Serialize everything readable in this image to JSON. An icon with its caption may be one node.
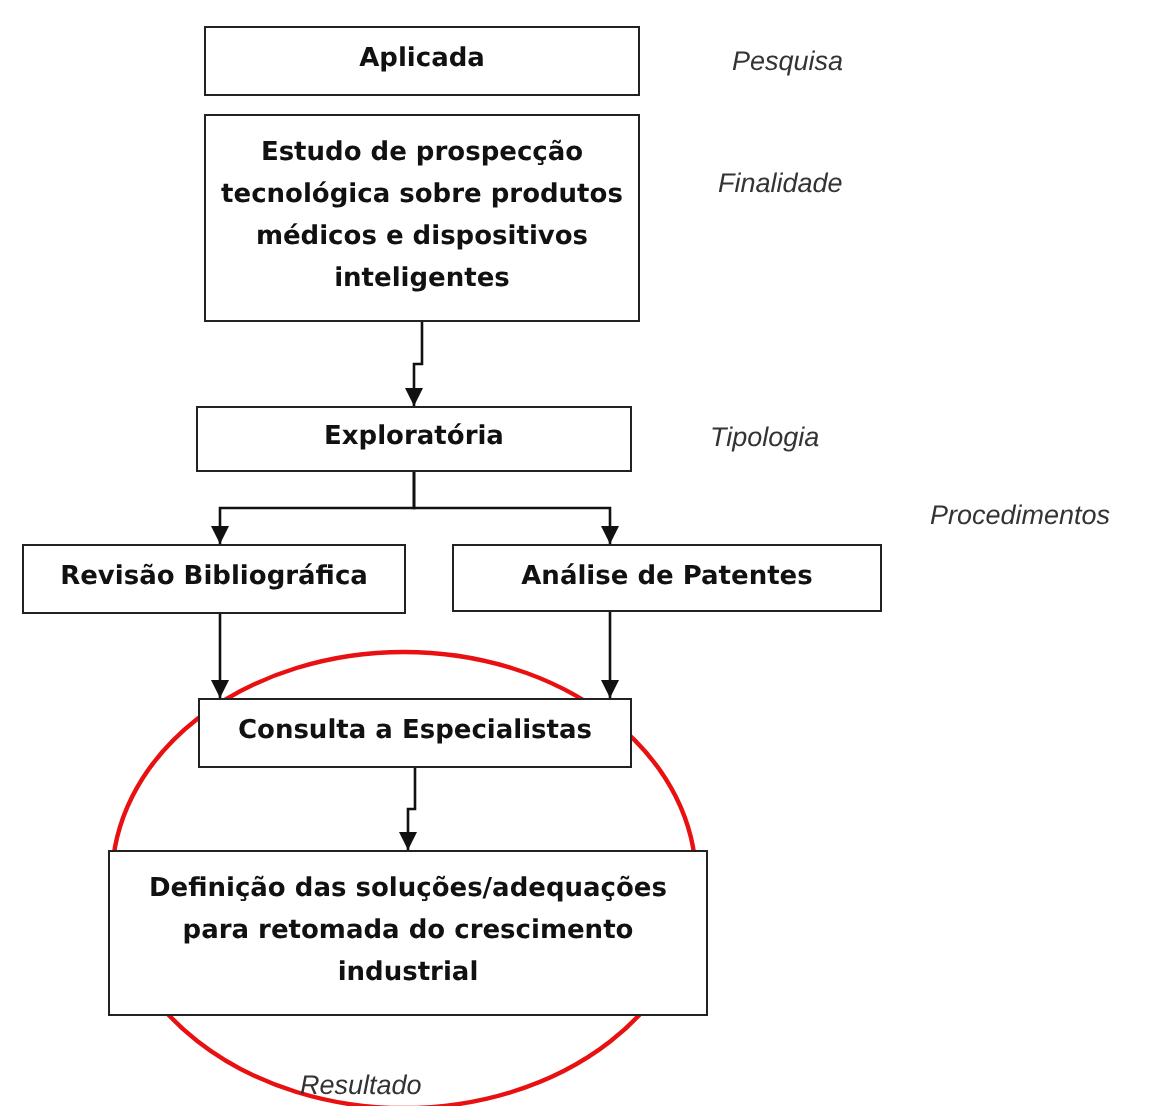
{
  "diagram": {
    "nodes": [
      {
        "text": [
          "Aplicada"
        ],
        "beside": [
          "Pesquisa"
        ]
      },
      {
        "text": [
          "Estudo de prospecção tecnológica sobre produtos médicos e dispositivos inteligentes"
        ],
        "beside": [
          "Finalidade"
        ]
      },
      {
        "text": [
          "Exploratória"
        ],
        "beside": [
          "Tipologia"
        ]
      },
      {
        "text": [
          "Revisão Bibliográfica"
        ]
      },
      {
        "text": [
          "Análise de Patentes"
        ]
      },
      {
        "text": [
          "Consulta a Especialistas"
        ]
      },
      {
        "text": [
          "Definição das soluções/adequações para retomada do crescimento industrial"
        ]
      }
    ],
    "edges": [
      {
        "from": 1,
        "to": 2,
        "arrow": "to"
      },
      {
        "from": 2,
        "to": 3,
        "arrow": "to"
      },
      {
        "from": 2,
        "to": 4,
        "arrow": "to"
      },
      {
        "from": 3,
        "to": 5,
        "arrow": "to"
      },
      {
        "from": 4,
        "to": 5,
        "arrow": "to"
      },
      {
        "from": 5,
        "to": 6,
        "arrow": "to"
      }
    ],
    "labels": [
      "Procedimentos",
      "Resultado"
    ]
  }
}
